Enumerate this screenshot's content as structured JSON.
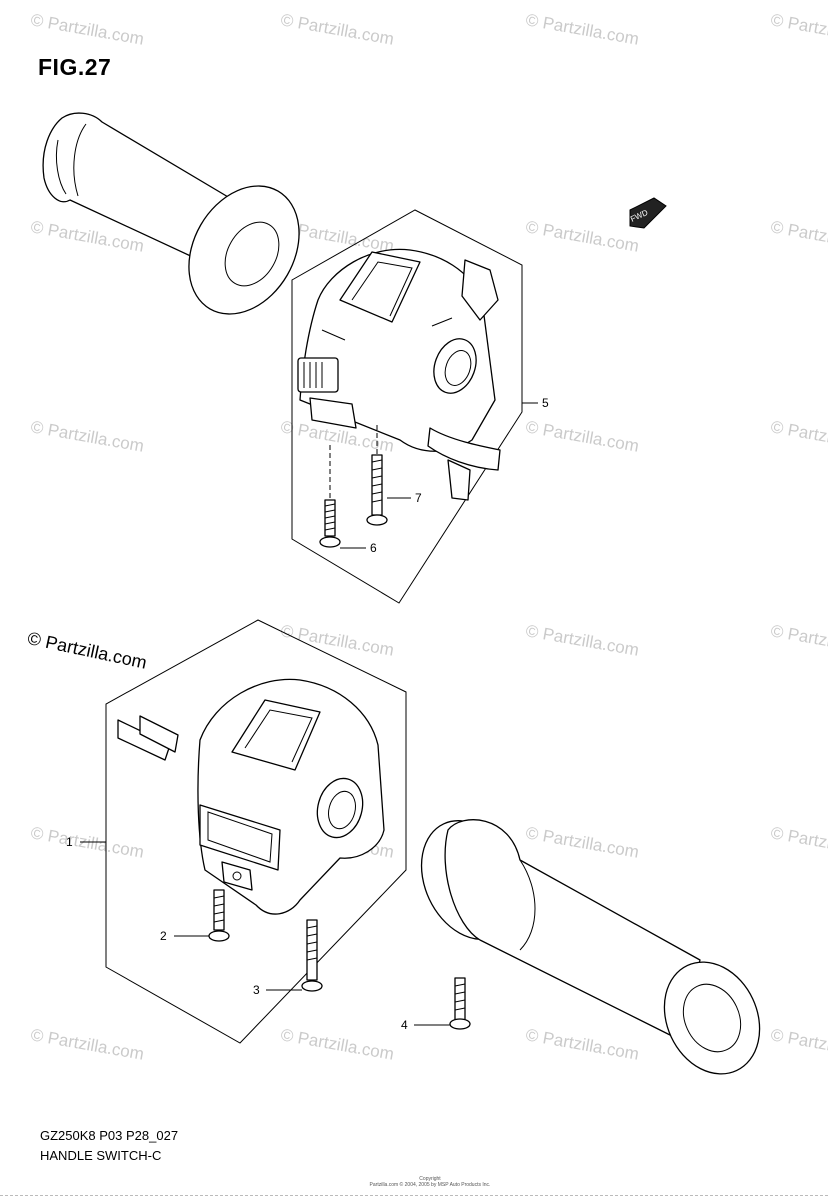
{
  "figure": {
    "title": "FIG.27",
    "code": "GZ250K8 P03 P28_027",
    "name": "HANDLE SWITCH-C",
    "copyright_top": "Copyright",
    "copyright_bottom": "Partzilla.com © 2004, 2005 by MSP Auto Products Inc."
  },
  "direction_badge": "FWD",
  "callouts": [
    "1",
    "2",
    "3",
    "4",
    "5",
    "6",
    "7"
  ],
  "watermark": {
    "text": "© Partzilla.com",
    "prominent_text": "© Partzilla.com"
  },
  "colors": {
    "line": "#000000",
    "watermark": "#b9b9b9",
    "background": "#ffffff"
  }
}
